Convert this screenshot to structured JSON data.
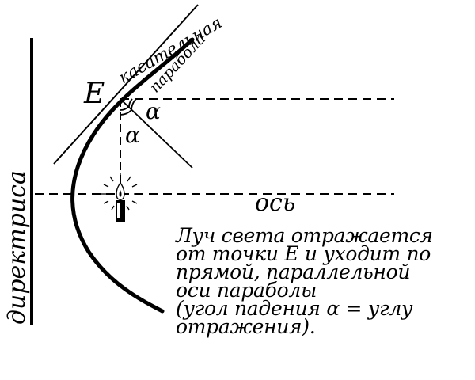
{
  "labels": {
    "point": "E",
    "tangent": "касательная",
    "parabola": "парабола",
    "angle_upper": "α",
    "angle_lower": "α",
    "axis": "ось",
    "directrix": "директриса"
  },
  "caption": {
    "lines": [
      "Луч  света  отражается",
      "от точки Е и уходит по",
      "прямой, параллельной",
      "оси параболы",
      "(угол падения α  = углу",
      "отражения)."
    ]
  }
}
